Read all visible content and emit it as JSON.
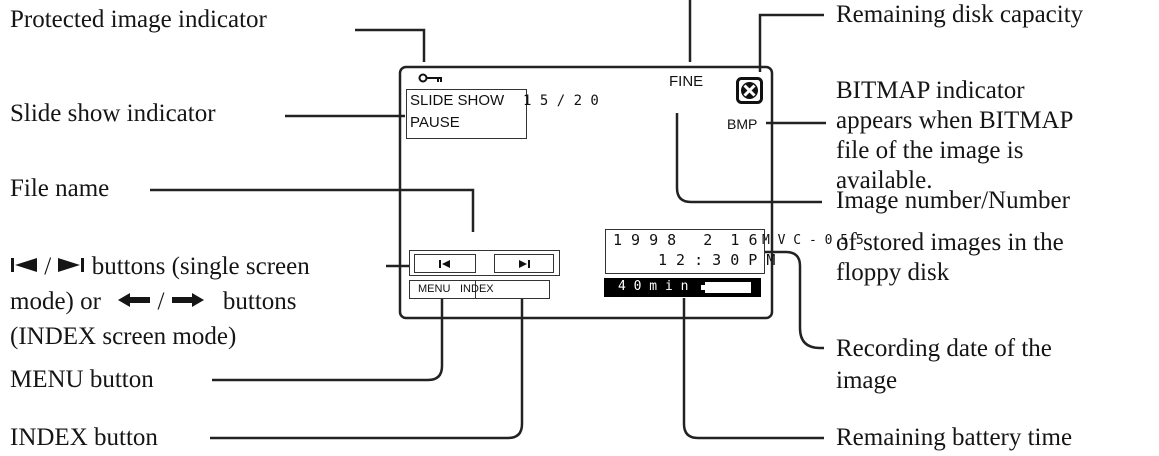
{
  "labels": {
    "protected": "Protected image indicator",
    "slideshow": "Slide show indicator",
    "filename": "File name",
    "buttons_l1_suffix": "buttons (single screen",
    "buttons_l2_prefix": "mode) or",
    "buttons_l2_suffix": "buttons",
    "buttons_l3": "(INDEX screen mode)",
    "menu": "MENU button",
    "index": "INDEX button",
    "remaining_disk": "Remaining disk capacity",
    "bitmap_l1": "BITMAP indicator",
    "bitmap_l2": "appears when BITMAP",
    "bitmap_l3": "file of the image is",
    "bitmap_l4": "available.",
    "imgnum_l1": "Image number/Number",
    "imgnum_l2": "of stored images in the",
    "imgnum_l3": "floppy disk",
    "recdate_l1": "Recording date of the",
    "recdate_l2": "image",
    "battery": "Remaining battery time"
  },
  "screen": {
    "slideshow": "SLIDE SHOW",
    "counter": "1 5 / 2 0",
    "pause": "PAUSE",
    "fine": "FINE",
    "bmp": "BMP",
    "date": "1 9 9 8   2  1 6",
    "time": "1 2 : 3 0 P M",
    "filename": "M V C - 0 5 5",
    "battery": "4 0 m i n",
    "menu_label": "MENU",
    "index_label": "INDEX"
  },
  "icons": [
    "key-icon",
    "disk-icon",
    "prev-icon",
    "next-icon",
    "left-arrow-icon",
    "right-arrow-icon",
    "battery-icon"
  ]
}
